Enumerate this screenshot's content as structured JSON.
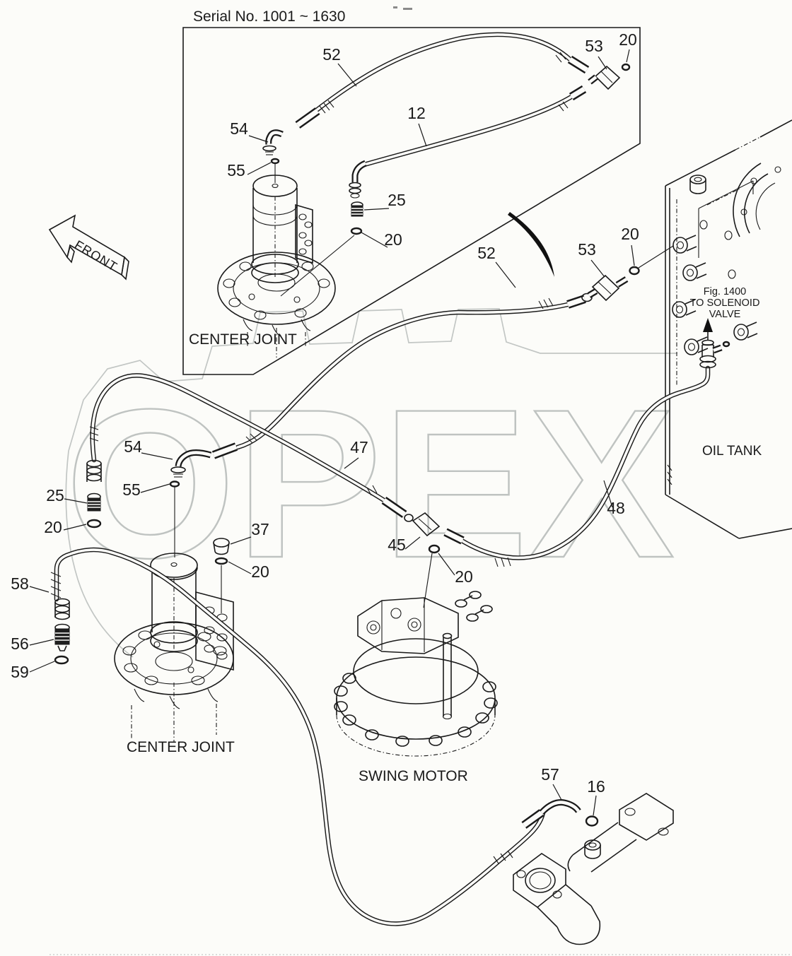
{
  "page": {
    "serial_label": "Serial No. 1001 ~ 1630",
    "watermark": "OPEX"
  },
  "captions": {
    "center_joint_upper": "CENTER JOINT",
    "center_joint_lower": "CENTER JOINT",
    "swing_motor": "SWING MOTOR",
    "oil_tank": "OIL TANK",
    "fig_ref_line1": "Fig. 1400",
    "fig_ref_line2": "TO SOLENOID",
    "fig_ref_line3": "VALVE",
    "front_arrow": "FRONT"
  },
  "part_labels": [
    {
      "text": "52"
    },
    {
      "text": "53"
    },
    {
      "text": "20"
    },
    {
      "text": "12"
    },
    {
      "text": "54"
    },
    {
      "text": "55"
    },
    {
      "text": "25"
    },
    {
      "text": "20"
    },
    {
      "text": "52"
    },
    {
      "text": "53"
    },
    {
      "text": "20"
    },
    {
      "text": "54"
    },
    {
      "text": "55"
    },
    {
      "text": "25"
    },
    {
      "text": "20"
    },
    {
      "text": "47"
    },
    {
      "text": "37"
    },
    {
      "text": "20"
    },
    {
      "text": "45"
    },
    {
      "text": "20"
    },
    {
      "text": "48"
    },
    {
      "text": "58"
    },
    {
      "text": "56"
    },
    {
      "text": "59"
    },
    {
      "text": "57"
    },
    {
      "text": "16"
    }
  ],
  "colors": {
    "line": "#1a1a1a",
    "watermark_gray": "#bfc3c1",
    "background": "#fcfcf9"
  }
}
